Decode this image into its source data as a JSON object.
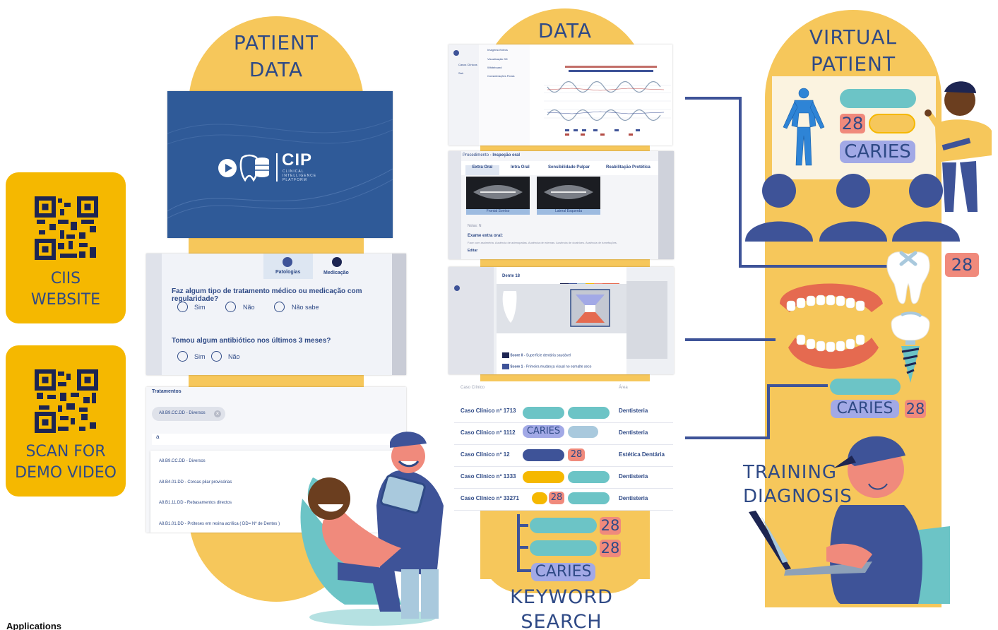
{
  "columns": {
    "patient_data": {
      "title_line1": "PATIENT",
      "title_line2": "DATA"
    },
    "data": {
      "title": "DATA"
    },
    "virtual_patient": {
      "title_line1": "VIRTUAL",
      "title_line2": "PATIENT"
    }
  },
  "qr_cards": [
    {
      "line1": "CIIS",
      "line2": "WEBSITE"
    },
    {
      "line1": "SCAN FOR",
      "line2": "DEMO VIDEO"
    }
  ],
  "cip_logo": {
    "name": "CIP",
    "line1": "CLINICAL",
    "line2": "INTELLIGENCE",
    "line3": "PLATFORM"
  },
  "questionnaire": {
    "tabs": [
      "Patologias",
      "Medicação"
    ],
    "q1": "Faz algum tipo de tratamento médico ou medicação com regularidade?",
    "q1_options": [
      "Sim",
      "Não",
      "Não sabe"
    ],
    "q2": "Tomou algum antibiótico nos últimos 3 meses?",
    "q2_options": [
      "Sim",
      "Não"
    ]
  },
  "treatments": {
    "heading": "Tratamentos",
    "chip": "A8.B9.CC.DD - Diversos",
    "search_value": "a",
    "options": [
      "A8.B9.CC.DD - Diversos",
      "A8.B4.01.DD - Coroas pilar provisórias",
      "A8.B1.11.DD - Rebasamentos directos",
      "A8.B1.01.DD - Próteses em resina acrílica ( DD= Nº de Dentes )"
    ]
  },
  "periodontogram": {
    "menu": [
      "Imagens/Vídeos",
      "Visualização 3D",
      "Whiteboard",
      "Considerações Finais"
    ],
    "side": [
      "Casos Clínicos",
      "Sair"
    ]
  },
  "oral_exam": {
    "breadcrumb_1": "Procedimento",
    "breadcrumb_2": "Inspeção oral",
    "tabs": [
      "Extra Oral",
      "Intra Oral",
      "Sensibilidade Pulpar",
      "Reabilitação Protética"
    ],
    "image_labels": [
      "Frontal Sorriso",
      "Lateral Esquerda"
    ],
    "notes": "Notas: N",
    "exam_title": "Exame extra oral:",
    "exam_text": "Face com assimetria. Ausência de adenopatias. Ausência de edemas. Ausência de cicatrizes. Ausência de tumefações.",
    "edit": "Editar"
  },
  "tooth_score": {
    "tooth": "Dente 18",
    "scores": [
      {
        "label": "Score 0",
        "text": " - Superfície dentária saudável"
      },
      {
        "label": "Score 1",
        "text": " - Primeira mudança visual no esmalte seco"
      }
    ]
  },
  "cases_table": {
    "col_case": "Caso Clínico",
    "col_area": "Área",
    "rows": [
      {
        "name": "Caso Clínico nº 1713",
        "area": "Dentisteria"
      },
      {
        "name": "Caso Clínico nº 1112",
        "area": "Dentisteria",
        "tag": "CARIES"
      },
      {
        "name": "Caso Clínico nº 12",
        "area": "Estética Dentária",
        "tag": "28"
      },
      {
        "name": "Caso Clínico nº 1333",
        "area": "Dentisteria"
      },
      {
        "name": "Caso Clínico nº 33271",
        "area": "Dentisteria",
        "tag": "28"
      }
    ]
  },
  "keyword_search": {
    "tags": [
      "28",
      "28",
      "CARIES"
    ],
    "label_line1": "KEYWORD",
    "label_line2": "SEARCH"
  },
  "virtual_patient": {
    "board_badge": "28",
    "board_tag": "CARIES",
    "tooth_badge": "28",
    "implant_tag": "CARIES",
    "implant_badge": "28"
  },
  "training": {
    "line1": "TRAINING",
    "line2": "DIAGNOSIS"
  },
  "footer": {
    "caption": "Applications"
  },
  "colors": {
    "yellow": "#f6c75b",
    "amber": "#f5b800",
    "navy": "#2f4a86",
    "teal": "#6cc4c6",
    "coral": "#f08a7c",
    "lavender": "#a2a9e6"
  }
}
